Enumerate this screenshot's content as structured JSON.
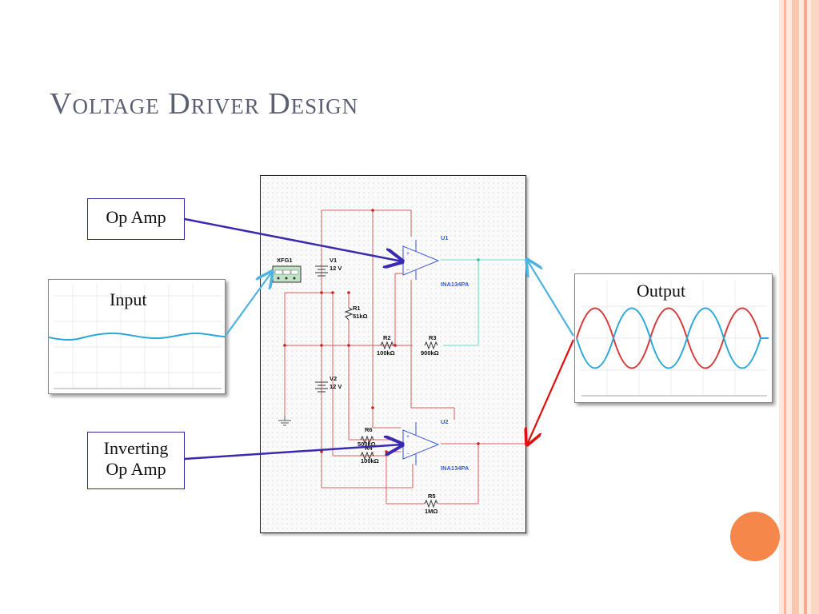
{
  "slide": {
    "title": "Voltage Driver Design"
  },
  "callouts": {
    "op_amp": "Op Amp",
    "inverting_line1": "Inverting",
    "inverting_line2": "Op Amp"
  },
  "scopes": {
    "input_label": "Input",
    "output_label": "Output"
  },
  "schematic": {
    "function_generator": "XFG1",
    "v1_name": "V1",
    "v1_value": "12 V",
    "v2_name": "V2",
    "v2_value": "12 V",
    "r1_name": "R1",
    "r1_value": "51kΩ",
    "r2_name": "R2",
    "r2_value": "100kΩ",
    "r3_name": "R3",
    "r3_value": "900kΩ",
    "r4_name": "R4",
    "r4_value": "100kΩ",
    "r5_name": "R5",
    "r5_value": "1MΩ",
    "r6_name": "R6",
    "r6_value": "500kΩ",
    "u1_name": "U1",
    "u1_part": "INA134PA",
    "u2_name": "U2",
    "u2_part": "INA134PA"
  },
  "colors": {
    "title": "#5a5f72",
    "callout_border": "#2b2b9a",
    "arrow_blue": "#3a2ab0",
    "arrow_cyan": "#4db3e0",
    "arrow_red": "#e01010",
    "wire_red": "#e06060",
    "wire_cyan": "#70e0d0",
    "opamp_blue": "#3a5ad8",
    "wave_blue": "#2aa8d8",
    "wave_red": "#d83838",
    "accent_orange": "#f5874a"
  }
}
